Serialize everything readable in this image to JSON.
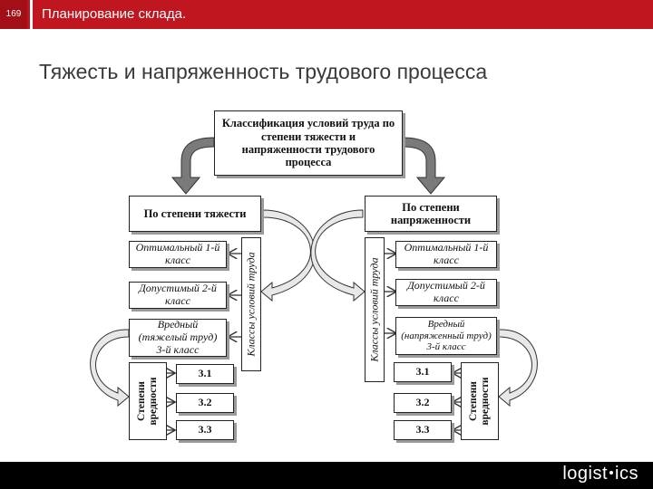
{
  "header": {
    "slide_number": "169",
    "title": "Планирование склада."
  },
  "main_title": "Тяжесть и напряженность трудового процесса",
  "diagram": {
    "root": "Классификация условий труда по степени тяжести и напряженности трудового процесса",
    "left": {
      "header": "По степени тяжести",
      "classes": [
        "Оптимальный 1-й класс",
        "Допустимый 2-й класс",
        "Вредный (тяжелый труд) 3-й класс"
      ],
      "side_label": "Классы условий труда",
      "sub_label": "Степени вредности",
      "subclasses": [
        "3.1",
        "3.2",
        "3.3"
      ]
    },
    "right": {
      "header": "По степени напряженности",
      "classes": [
        "Оптимальный 1-й класс",
        "Допустимый 2-й класс",
        "Вредный (напряженный труд) 3-й класс"
      ],
      "side_label": "Классы условий труда",
      "sub_label": "Степени вредности",
      "subclasses": [
        "3.1",
        "3.2",
        "3.3"
      ]
    }
  },
  "footer": {
    "logo_left": "logist",
    "logo_right": "ics"
  },
  "colors": {
    "accent": "#c0161f",
    "footer": "#000000",
    "arrow_fill": "#d9d9d9"
  }
}
